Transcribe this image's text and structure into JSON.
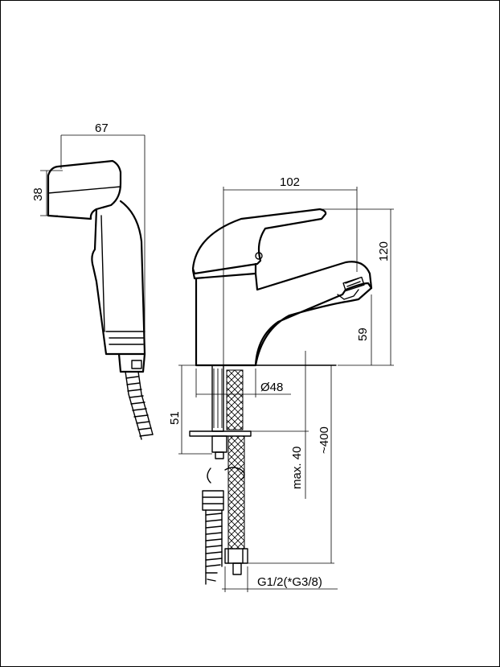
{
  "dimensions": {
    "hand_shower_width": "67",
    "hand_shower_height": "38",
    "spout_reach": "102",
    "total_height": "120",
    "spout_height": "59",
    "base_diameter": "Ø48",
    "shank_length": "51",
    "max_deck_thickness": "max. 40",
    "hose_length": "~400",
    "connection_thread": "G1/2(*G3/8)"
  }
}
